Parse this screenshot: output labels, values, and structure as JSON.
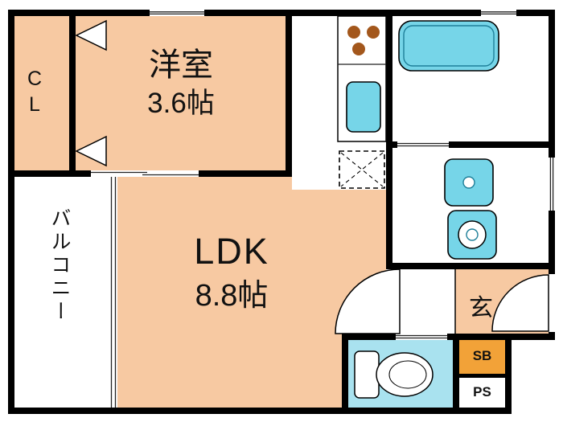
{
  "rooms": {
    "bedroom": {
      "name": "洋室",
      "area": "3.6帖"
    },
    "ldk": {
      "name": "LDK",
      "area": "8.8帖"
    },
    "closet_label": "CL",
    "balcony_label": "バルコニー",
    "entrance_label": "玄",
    "shoe_box_label": "SB",
    "pipe_space_label": "PS"
  },
  "colors": {
    "wall": "#000000",
    "room_fill": "#f7c9a2",
    "fixture_fill": "#76d5e8",
    "fixture_line": "#1e7f99",
    "toilet_floor": "#a9e2ef",
    "shoe_box_fill": "#f2a238",
    "burner": "#a3571c"
  }
}
